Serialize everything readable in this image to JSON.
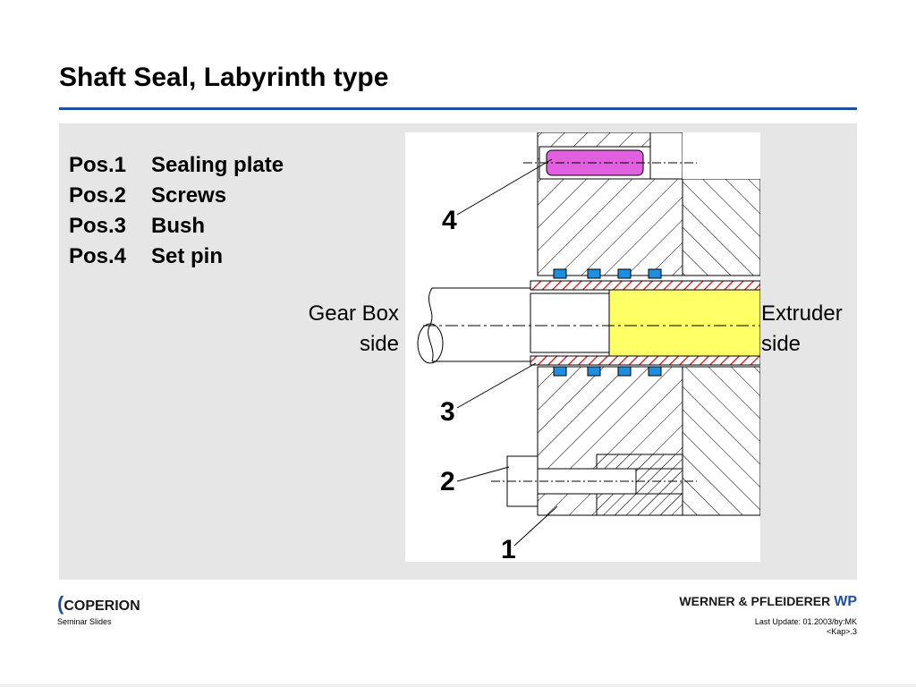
{
  "slide": {
    "title": "Shaft Seal, Labyrinth type"
  },
  "positions": [
    {
      "key": "Pos.1",
      "label": "Sealing plate"
    },
    {
      "key": "Pos.2",
      "label": "Screws"
    },
    {
      "key": "Pos.3",
      "label": "Bush"
    },
    {
      "key": "Pos.4",
      "label": "Set pin"
    }
  ],
  "diagram": {
    "gear_box_line1": "Gear Box",
    "gear_box_line2": "side",
    "extruder_line1": "Extruder",
    "extruder_line2": "side",
    "callouts": [
      "4",
      "3",
      "2",
      "1"
    ],
    "colors": {
      "set_pin": "#e060e0",
      "shaft_insert": "#ffff66",
      "seal_rings": "#1e8fe0",
      "bush_hatch": "#e03030"
    }
  },
  "footer": {
    "left_brand": "COPERION",
    "left_sub": "Seminar Slides",
    "right_brand": "WERNER & PFLEIDERER",
    "right_mark": "WP",
    "update_line1": "Last Update: 01.2003/by:MK",
    "update_line2": "<Kap>.3"
  }
}
